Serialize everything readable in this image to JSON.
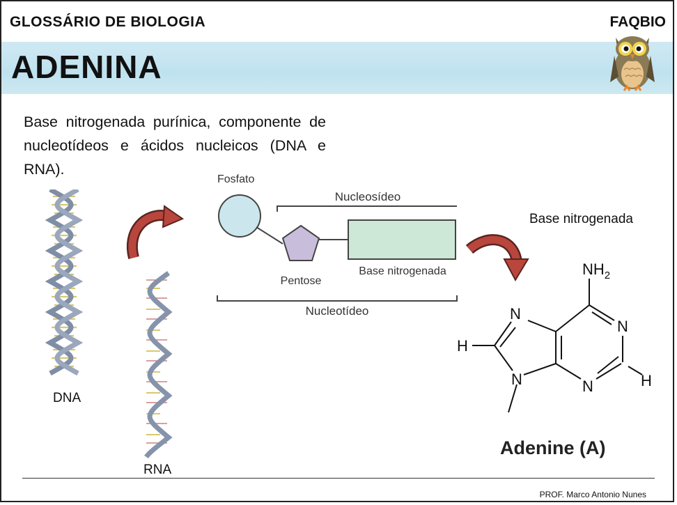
{
  "header": {
    "glossary_title": "GLOSSÁRIO DE BIOLOGIA",
    "brand": "FAQBIO"
  },
  "term": {
    "title": "ADENINA",
    "description": "Base nitrogenada purínica, componente de nucleotídeos e ácidos nucleicos (DNA e RNA)."
  },
  "labels": {
    "dna": "DNA",
    "rna": "RNA",
    "base_nitrogenada_caption": "Base nitrogenada"
  },
  "nucleotide_diagram": {
    "fosfato": "Fosfato",
    "nucleosideo": "Nucleosídeo",
    "pentose": "Pentose",
    "base_nitrogenada": "Base nitrogenada",
    "nucleotideo": "Nucleotídeo"
  },
  "adenine_structure": {
    "nh2": "NH",
    "nh2_sub": "2",
    "atom_n": "N",
    "atom_h": "H",
    "name": "Adenine (A)"
  },
  "footer": {
    "author": "PROF.  Marco Antonio Nunes"
  }
}
